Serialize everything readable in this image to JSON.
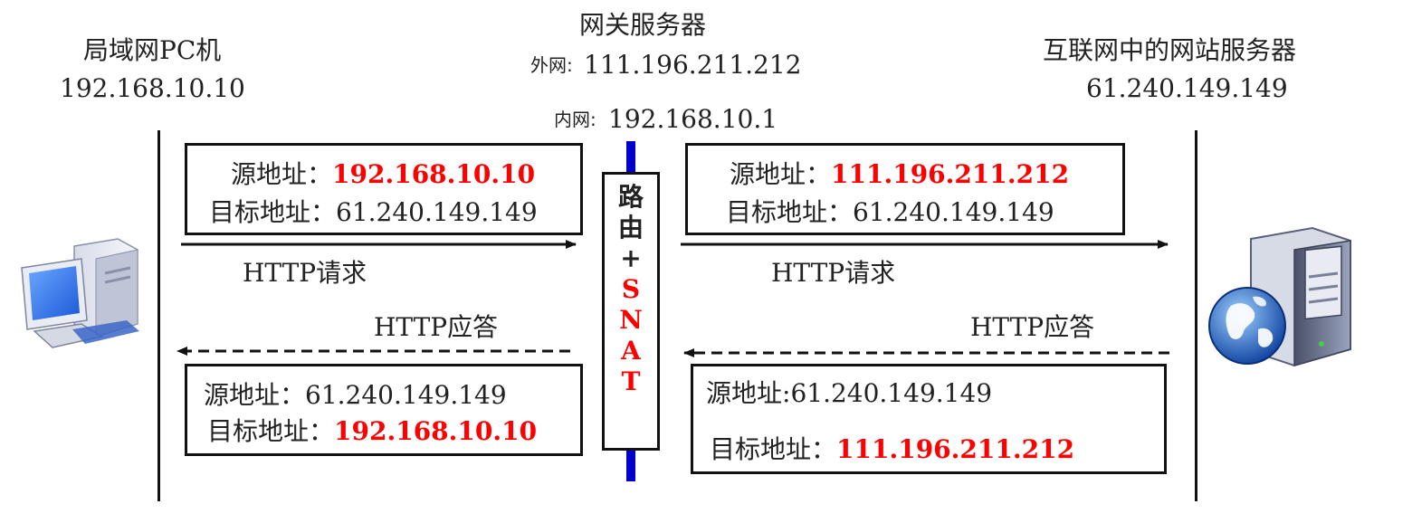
{
  "pc": {
    "title": "局域网PC机",
    "ip": "192.168.10.10"
  },
  "gateway": {
    "title": "网关服务器",
    "outer_prefix": "外网:",
    "outer_ip": "111.196.211.212",
    "inner_prefix": "内网:",
    "inner_ip": "192.168.10.1",
    "route_chars": [
      "路",
      "由",
      "+",
      "S",
      "N",
      "A",
      "T"
    ]
  },
  "server": {
    "title": "互联网中的网站服务器",
    "ip": "61.240.149.149"
  },
  "packets": {
    "req_left": {
      "src_label": "源地址：",
      "src": "192.168.10.10",
      "dst_label": "目标地址：",
      "dst": "61.240.149.149"
    },
    "req_right": {
      "src_label": "源地址：",
      "src": "111.196.211.212",
      "dst_label": "目标地址：",
      "dst": "61.240.149.149"
    },
    "resp_left": {
      "src_label": "源地址：",
      "src": "61.240.149.149",
      "dst_label": "目标地址：",
      "dst": "192.168.10.10"
    },
    "resp_right": {
      "src_label": "源地址:",
      "src": "61.240.149.149",
      "dst_label": "目标地址：",
      "dst": "111.196.211.212"
    }
  },
  "flows": {
    "request_left": "HTTP请求",
    "request_right": "HTTP请求",
    "response_left": "HTTP应答",
    "response_right": "HTTP应答"
  },
  "colors": {
    "highlight": "#ff0000",
    "gateway_bar": "#0000cc",
    "line": "#111111"
  },
  "icons": {
    "pc": "desktop-computer-icon",
    "server": "web-server-globe-icon"
  }
}
